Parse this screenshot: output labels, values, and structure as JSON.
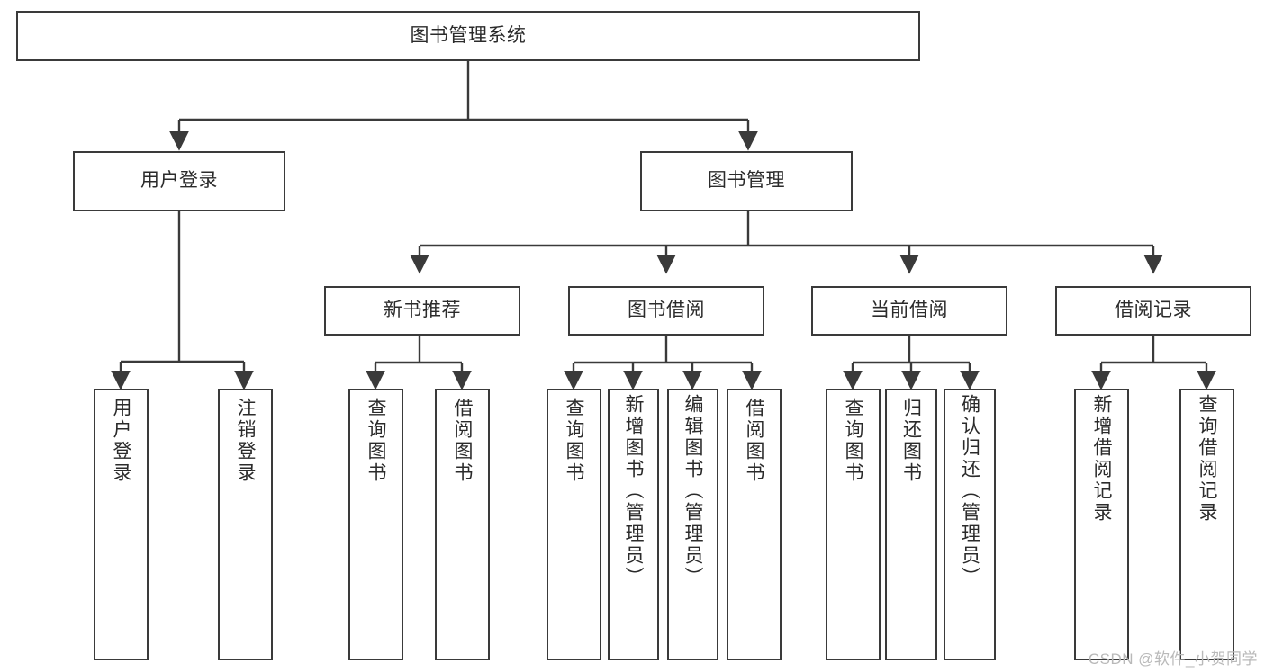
{
  "diagram": {
    "title": "图书管理系统",
    "type": "tree",
    "stroke_color": "#3a3a3a",
    "text_color": "#2b2b2b",
    "background": "#ffffff",
    "root": {
      "label": "图书管理系统"
    },
    "level1": [
      {
        "label": "用户登录"
      },
      {
        "label": "图书管理"
      }
    ],
    "level2": [
      {
        "label": "新书推荐"
      },
      {
        "label": "图书借阅"
      },
      {
        "label": "当前借阅"
      },
      {
        "label": "借阅记录"
      }
    ],
    "leaves": {
      "user_login": [
        {
          "label": "用户登录"
        },
        {
          "label": "注销登录"
        }
      ],
      "new_book_recommend": [
        {
          "label": "查询图书"
        },
        {
          "label": "借阅图书"
        }
      ],
      "book_borrow": [
        {
          "label": "查询图书"
        },
        {
          "label": "新增图书（管理员）"
        },
        {
          "label": "编辑图书（管理员）"
        },
        {
          "label": "借阅图书"
        }
      ],
      "current_borrow": [
        {
          "label": "查询图书"
        },
        {
          "label": "归还图书"
        },
        {
          "label": "确认归还（管理员）"
        }
      ],
      "borrow_record": [
        {
          "label": "新增借阅记录"
        },
        {
          "label": "查询借阅记录"
        }
      ]
    }
  },
  "watermark": {
    "text": "CSDN @软件_小贺同学"
  }
}
